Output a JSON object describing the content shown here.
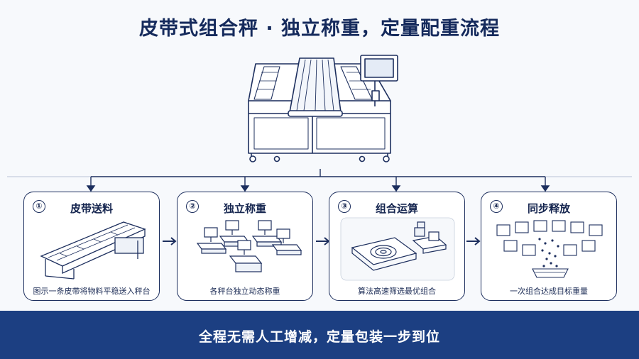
{
  "title": "皮带式组合秤 · 独立称重，定量配重流程",
  "steps": [
    {
      "num": "①",
      "name": "皮带送料",
      "caption": "图示一条皮带将物料平稳送入秤台",
      "icon": "conveyor-belt-icon"
    },
    {
      "num": "②",
      "name": "独立称重",
      "caption": "各秤台独立动态称重",
      "icon": "weighing-scales-icon"
    },
    {
      "num": "③",
      "name": "组合运算",
      "caption": "算法高速筛选最优组合",
      "icon": "combination-computation-icon"
    },
    {
      "num": "④",
      "name": "同步释放",
      "caption": "一次组合达成目标重量",
      "icon": "synchronized-release-icon"
    }
  ],
  "footer": "全程无需人工增减，定量包装一步到位",
  "colors": {
    "navy": "#152a5c",
    "footer_bg": "#1c3f82",
    "line": "#1d2f5e"
  }
}
